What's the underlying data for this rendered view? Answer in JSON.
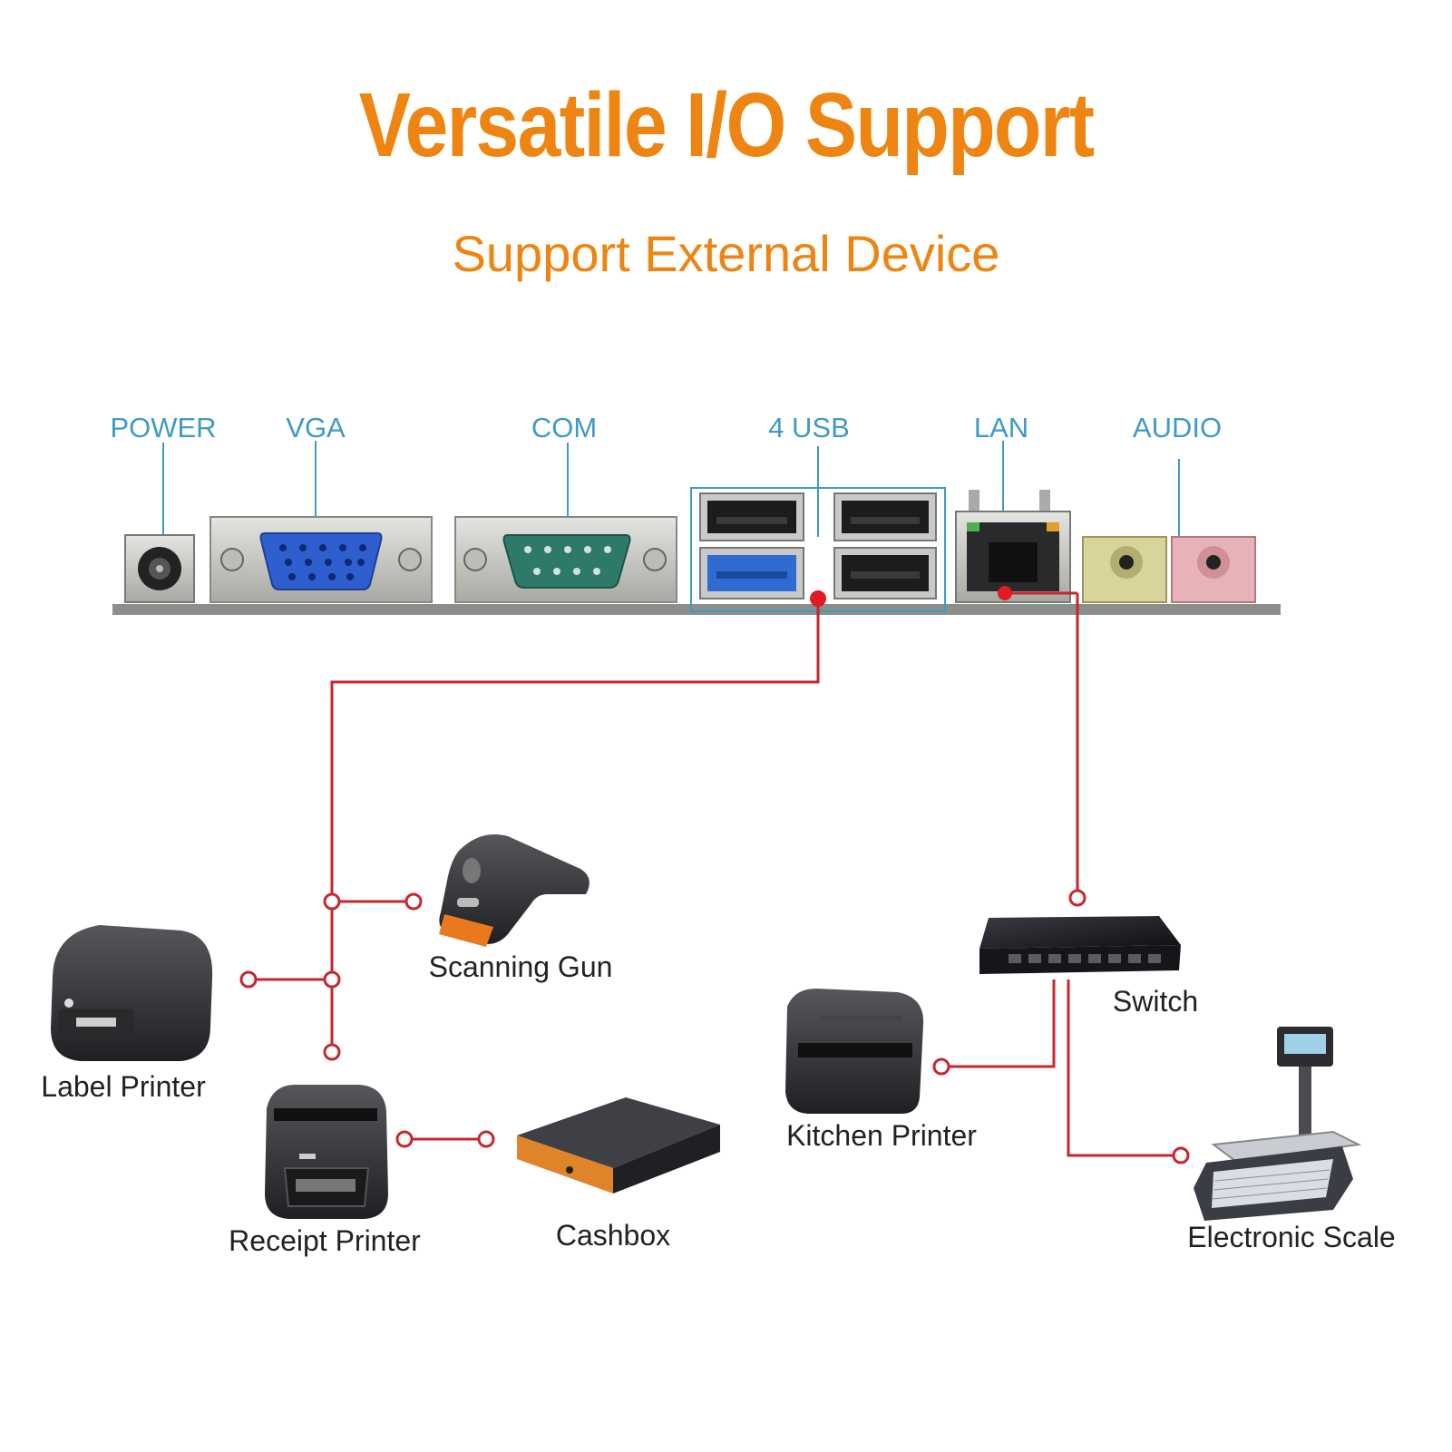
{
  "header": {
    "title": "Versatile I/O Support",
    "subtitle": "Support External Device"
  },
  "ports": [
    {
      "id": "power",
      "label": "POWER"
    },
    {
      "id": "vga",
      "label": "VGA"
    },
    {
      "id": "com",
      "label": "COM"
    },
    {
      "id": "usb",
      "label": "4 USB"
    },
    {
      "id": "lan",
      "label": "LAN"
    },
    {
      "id": "audio",
      "label": "AUDIO"
    }
  ],
  "devices": {
    "scanning_gun": "Scanning Gun",
    "label_printer": "Label Printer",
    "receipt_printer": "Receipt Printer",
    "cashbox": "Cashbox",
    "switch": "Switch",
    "kitchen_printer": "Kitchen Printer",
    "electronic_scale": "Electronic Scale"
  },
  "colors": {
    "title": "#ee8412",
    "port_label": "#3f9bc4",
    "connector_line": "#c8262c",
    "device_label": "#222222"
  }
}
